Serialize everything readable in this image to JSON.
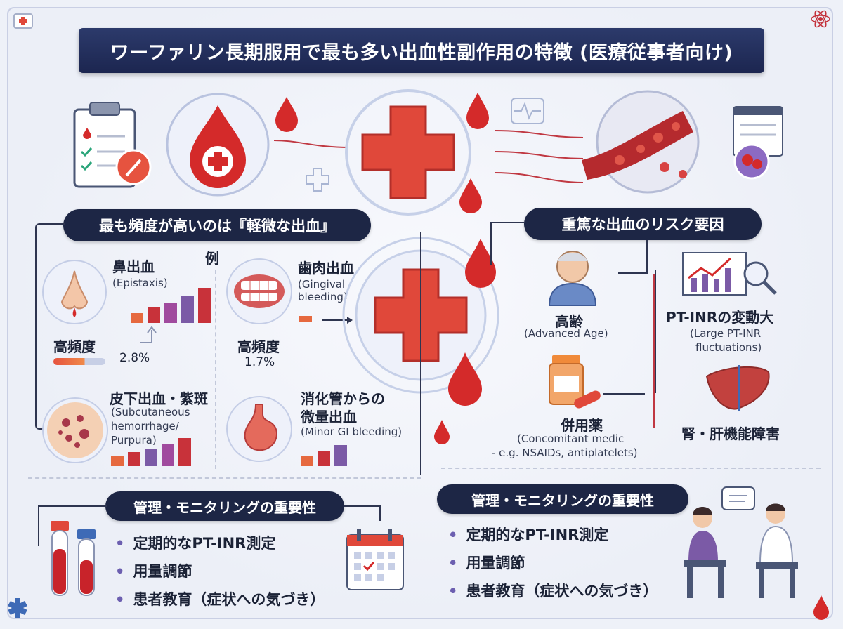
{
  "title": "ワーファリン長期服用で最も多い出血性副作用の特徴 (医療従事者向け)",
  "minor_section": {
    "heading": "最も頻度が高いのは『軽微な出血』",
    "example_label": "例",
    "items": [
      {
        "jp": "鼻出血",
        "en": "(Epistaxis)",
        "freq_label": "高頻度",
        "value": "2.8%"
      },
      {
        "jp": "歯肉出血",
        "en_line1": "(Gingival",
        "en_line2": "bleeding)",
        "freq_label": "高頻度",
        "value": "1.7%"
      },
      {
        "jp": "皮下出血・紫斑",
        "en_line1": "(Subcutaneous",
        "en_line2": "hemorrhage/",
        "en_line3": "Purpura)"
      },
      {
        "jp_line1": "消化管からの",
        "jp_line2": "微量出血",
        "en": "(Minor GI bleeding)"
      }
    ]
  },
  "risk_section": {
    "heading": "重篤な出血のリスク要因",
    "factors": [
      {
        "jp": "高齢",
        "en": "(Advanced Age)"
      },
      {
        "jp": "PT-INRの変動大",
        "en_line1": "(Large PT-INR",
        "en_line2": "fluctuations)"
      },
      {
        "jp": "併用薬",
        "en_line1": "(Concomitant medic",
        "en_line2": "- e.g. NSAIDs, antiplatelets)"
      },
      {
        "jp": "腎・肝機能障害"
      }
    ]
  },
  "management_left": {
    "heading": "管理・モニタリングの重要性",
    "items": [
      "定期的なPT-INR測定",
      "用量調節",
      "患者教育（症状への気づき）"
    ]
  },
  "management_right": {
    "heading": "管理・モニタリングの重要性",
    "items": [
      "定期的なPT-INR測定",
      "用量調節",
      "患者教育（症状への気づき）"
    ]
  },
  "colors": {
    "navy": "#1d2645",
    "blood_red": "#d42a2a",
    "cross_red": "#e0483a",
    "bar_purple": "#7b5aa6",
    "bar_red": "#c8323a"
  },
  "icons": [
    "clipboard-icon",
    "blood-drop-icon",
    "medical-cross-icon",
    "blood-vessel-icon",
    "document-icon",
    "nose-icon",
    "teeth-icon",
    "skin-icon",
    "stomach-icon",
    "elderly-icon",
    "trend-chart-icon",
    "magnifier-icon",
    "pill-bottle-icon",
    "liver-icon",
    "test-tube-icon",
    "calendar-icon",
    "doctor-patient-icon"
  ]
}
